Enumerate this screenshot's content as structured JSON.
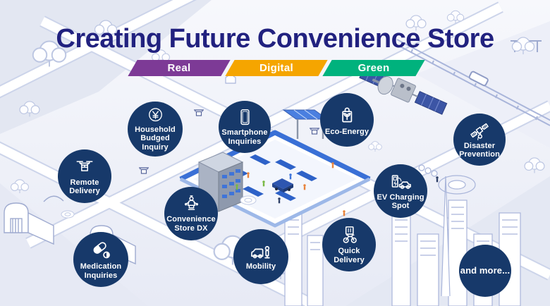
{
  "header": {
    "title": "Creating Future Convenience Store",
    "banners": [
      {
        "label": "Real",
        "color": "#7d3a96"
      },
      {
        "label": "Digital",
        "color": "#f5a500"
      },
      {
        "label": "Green",
        "color": "#00b27d"
      }
    ]
  },
  "bubbles": [
    {
      "id": "household-budget-inquiry",
      "label": "Household\nBudged\nInquiry",
      "icon": "yen-icon"
    },
    {
      "id": "smartphone-inquiries",
      "label": "Smartphone\nInquiries",
      "icon": "smartphone-icon"
    },
    {
      "id": "eco-energy",
      "label": "Eco-Energy",
      "icon": "eco-bag-icon"
    },
    {
      "id": "disaster-prevention",
      "label": "Disaster\nPrevention",
      "icon": "satellite-icon"
    },
    {
      "id": "remote-delivery",
      "label": "Remote\nDelivery",
      "icon": "drone-box-icon"
    },
    {
      "id": "convenience-store-dx",
      "label": "Convenience\nStore DX",
      "icon": "robot-icon"
    },
    {
      "id": "ev-charging-spot",
      "label": "EV Charging\nSpot",
      "icon": "ev-charger-icon"
    },
    {
      "id": "medication-inquiries",
      "label": "Medication\nInquiries",
      "icon": "pills-icon"
    },
    {
      "id": "mobility",
      "label": "Mobility",
      "icon": "mobility-van-icon"
    },
    {
      "id": "quick-delivery",
      "label": "Quick\nDelivery",
      "icon": "delivery-bike-icon"
    },
    {
      "id": "and-more",
      "label": "and more...",
      "icon": null
    }
  ],
  "colors": {
    "title": "#21217f",
    "bubble": "#17396a",
    "background": "#eef0f8",
    "illustration_line": "#b9c3e0",
    "store_blue": "#3a70d6"
  }
}
